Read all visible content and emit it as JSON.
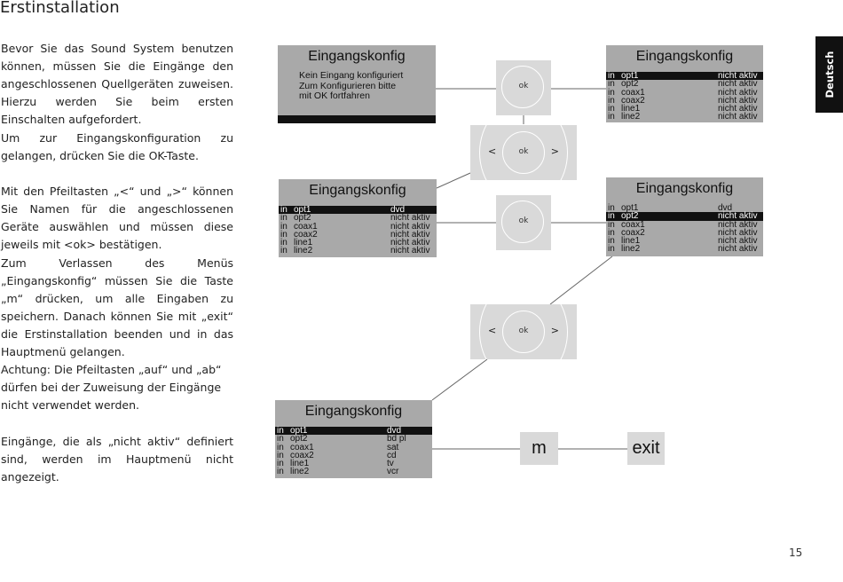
{
  "page": {
    "title": "Erstinstallation",
    "language_tab": "Deutsch",
    "page_number": "15"
  },
  "paragraphs": [
    "Bevor Sie das Sound System benutzen können, müssen Sie die Eingänge den angeschlossenen Quellgeräten zuweisen. Hierzu werden Sie beim ersten Einschalten aufgefordert.",
    "Um zur Eingangskonfiguration zu gelangen, drücken Sie die OK-Taste.",
    "Mit den Pfeiltasten „<“ und „>“ können Sie Namen für die angeschlossenen Geräte auswählen und müssen diese jeweils mit <ok> bestätigen.",
    "Zum Verlassen des Menüs „Eingangskonfig“ müssen Sie die Taste „m“ drücken, um alle Eingaben zu speichern. Danach können Sie mit „exit“ die Erstinstallation beenden und in das Hauptmenü gelangen.",
    "Achtung: Die Pfeiltasten „auf“ und „ab“ dürfen bei der Zuweisung der Eingänge nicht verwendet werden.",
    "Eingänge, die als „nicht aktiv“ definiert sind, werden im Hauptmenü nicht angezeigt."
  ],
  "screens": {
    "intro": {
      "title": "Eingangskonfig",
      "message": [
        "Kein Eingang konfiguriert",
        "Zum Konfigurieren bitte",
        "mit OK fortfahren"
      ]
    },
    "s1": {
      "title": "Eingangskonfig",
      "rows": [
        {
          "in": "in",
          "name": "opt1",
          "value": "nicht aktiv",
          "selected": true
        },
        {
          "in": "in",
          "name": "opt2",
          "value": "nicht aktiv"
        },
        {
          "in": "in",
          "name": "coax1",
          "value": "nicht aktiv"
        },
        {
          "in": "in",
          "name": "coax2",
          "value": "nicht aktiv"
        },
        {
          "in": "in",
          "name": "line1",
          "value": "nicht aktiv"
        },
        {
          "in": "in",
          "name": "line2",
          "value": "nicht aktiv"
        }
      ]
    },
    "s2": {
      "title": "Eingangskonfig",
      "rows": [
        {
          "in": "in",
          "name": "opt1",
          "value": "dvd",
          "selected": true
        },
        {
          "in": "in",
          "name": "opt2",
          "value": "nicht aktiv"
        },
        {
          "in": "in",
          "name": "coax1",
          "value": "nicht aktiv"
        },
        {
          "in": "in",
          "name": "coax2",
          "value": "nicht aktiv"
        },
        {
          "in": "in",
          "name": "line1",
          "value": "nicht aktiv"
        },
        {
          "in": "in",
          "name": "line2",
          "value": "nicht aktiv"
        }
      ]
    },
    "s3": {
      "title": "Eingangskonfig",
      "rows": [
        {
          "in": "in",
          "name": "opt1",
          "value": "dvd"
        },
        {
          "in": "in",
          "name": "opt2",
          "value": "nicht aktiv",
          "selected": true
        },
        {
          "in": "in",
          "name": "coax1",
          "value": "nicht aktiv"
        },
        {
          "in": "in",
          "name": "coax2",
          "value": "nicht aktiv"
        },
        {
          "in": "in",
          "name": "line1",
          "value": "nicht aktiv"
        },
        {
          "in": "in",
          "name": "line2",
          "value": "nicht aktiv"
        }
      ]
    },
    "s4": {
      "title": "Eingangskonfig",
      "rows": [
        {
          "in": "in",
          "name": "opt1",
          "value": "dvd",
          "selected": true
        },
        {
          "in": "in",
          "name": "opt2",
          "value": "bd pl"
        },
        {
          "in": "in",
          "name": "coax1",
          "value": "sat"
        },
        {
          "in": "in",
          "name": "coax2",
          "value": "cd"
        },
        {
          "in": "in",
          "name": "line1",
          "value": "tv"
        },
        {
          "in": "in",
          "name": "line2",
          "value": "vcr"
        }
      ]
    }
  },
  "buttons": {
    "ok": "ok",
    "left": "<",
    "right": ">",
    "m": "m",
    "exit": "exit"
  },
  "colors": {
    "screen_bg": "#a9a9a9",
    "button_bg": "#d9d9d9",
    "selected_row": "#111111",
    "language_tab": "#111111"
  }
}
